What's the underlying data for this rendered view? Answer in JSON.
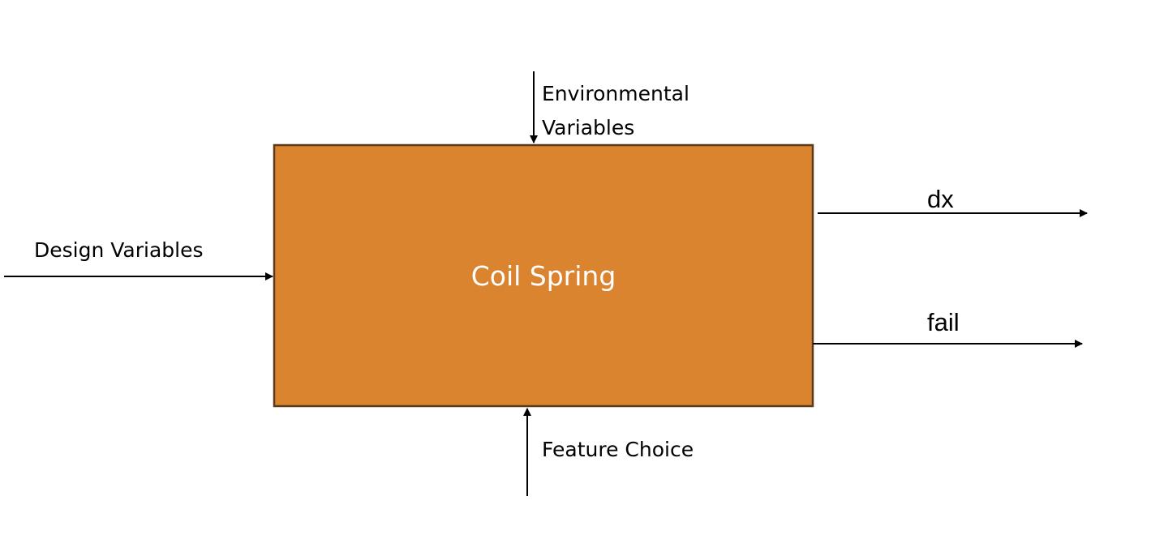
{
  "diagram": {
    "block": {
      "label": "Coil Spring",
      "fill": "#DB8430",
      "stroke": "#5A3A1A"
    },
    "inputs": {
      "top": {
        "line1": "Environmental",
        "line2": "Variables"
      },
      "left": {
        "label": "Design Variables"
      },
      "bottom": {
        "label": "Feature Choice"
      }
    },
    "outputs": [
      {
        "label": "dx"
      },
      {
        "label": "fail"
      }
    ],
    "arrow_color": "#000000"
  }
}
